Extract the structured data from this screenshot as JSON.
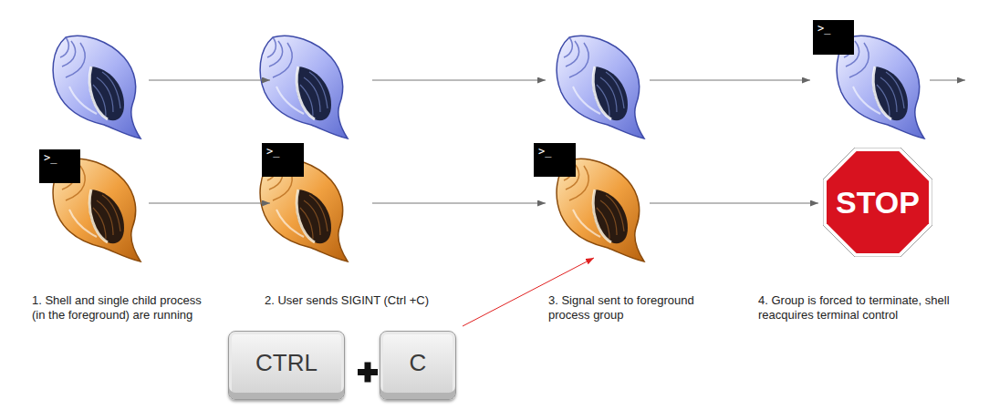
{
  "diagram": {
    "nodes": [
      {
        "text": [
          ">_"
        ]
      },
      {
        "text": [
          ">_"
        ]
      },
      {
        "text": [
          ">_"
        ]
      },
      {
        "text": [
          ">_"
        ]
      },
      {
        "text": [
          "STOP"
        ]
      },
      {
        "text": [
          "CTRL"
        ]
      },
      {
        "text": [
          "C"
        ]
      }
    ],
    "labels": [
      "1. Shell and single child process (in the foreground) are running",
      "2. User sends SIGINT (Ctrl +C)",
      "3. Signal sent to foreground process group",
      "4. Group is forced to terminate, shell reacquires terminal control"
    ]
  }
}
